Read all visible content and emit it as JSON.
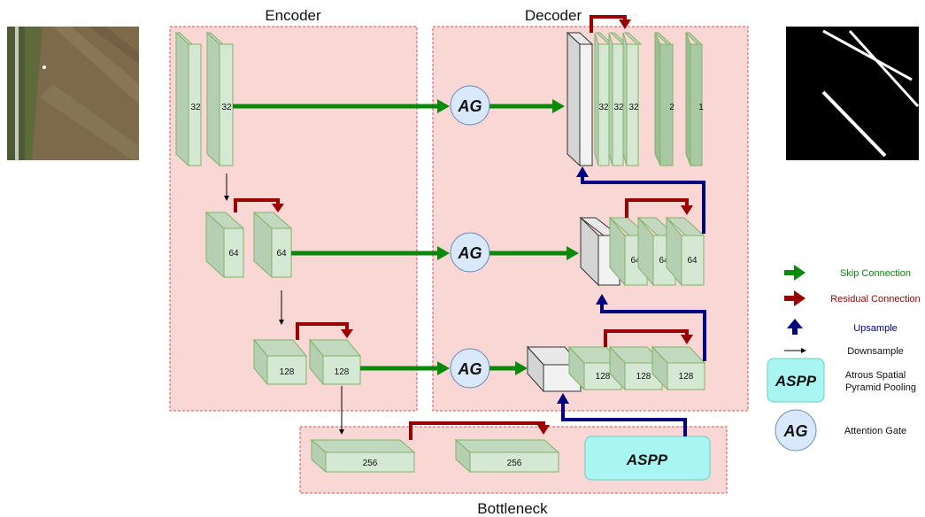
{
  "sections": {
    "encoder": "Encoder",
    "decoder": "Decoder",
    "bottleneck": "Bottleneck"
  },
  "encoder": {
    "level1": [
      "32",
      "32"
    ],
    "level2": [
      "64",
      "64"
    ],
    "level3": [
      "128",
      "128"
    ]
  },
  "bottleneck_blocks": [
    "256",
    "256"
  ],
  "aspp_label": "ASPP",
  "ag_label": "AG",
  "decoder": {
    "level1": [
      "32",
      "32",
      "32"
    ],
    "level1_out": [
      "2",
      "1"
    ],
    "level2": [
      "64",
      "64",
      "64"
    ],
    "level3": [
      "128",
      "128",
      "128"
    ]
  },
  "legend": {
    "skip": "Skip Connection",
    "residual": "Residual Connection",
    "upsample": "Upsample",
    "downsample": "Downsample",
    "aspp_line1": "Atrous Spatial",
    "aspp_line2": "Pyramid Pooling",
    "ag": "Attention Gate"
  },
  "colors": {
    "panel_fill": "#f8d7d5",
    "panel_border": "#d9534f",
    "block_front": "#d5e8d4",
    "block_top": "#c2d9bf",
    "block_side": "#b5cfb2",
    "block_border": "#82b366",
    "skip": "#0a8a0a",
    "residual": "#990000",
    "upsample": "#000080",
    "ag_fill": "#dae8fc",
    "aspp_fill": "#a8f5f2"
  }
}
